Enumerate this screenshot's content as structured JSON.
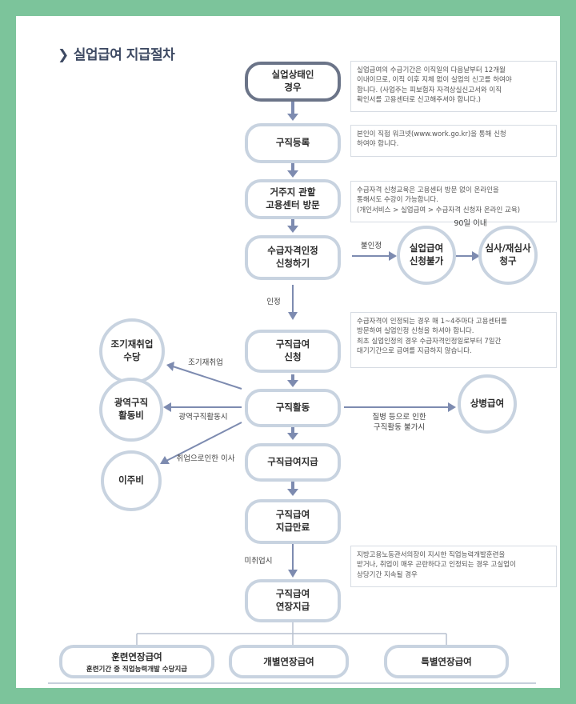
{
  "title": "실업급여 지급절차",
  "nodes": {
    "unemployed": "실업상태인\n경우",
    "register": "구직등록",
    "visit": "거주지 관할\n고용센터 방문",
    "apply": "수급자격인정\n신청하기",
    "claim": "구직급여\n신청",
    "activity": "구직활동",
    "payment": "구직급여지급",
    "end": "구직급여\n지급만료",
    "extension": "구직급여\n연장지급"
  },
  "circles": {
    "ineligible": "실업급여\n신청불가",
    "review": "심사/재심사\n청구",
    "early": "조기재취업\n수당",
    "regional": "광역구직\n활동비",
    "moving": "이주비",
    "sick": "상병급여"
  },
  "notes": {
    "n1": "실업급여의 수급기간은 이직일의 다음날부터 12개월\n이내이므로, 이직 이후 지체 없이 실업의 신고를 하여야\n합니다. (사업주는 피보험자 자격상실신고서와 이직\n확인서를 고용센터로 신고해주셔야 합니다.)",
    "n2": "본인이 직접 워크넷(www.work.go.kr)을 통해 신청\n하여야 합니다.",
    "n3": "수급자격 신청교육은 고용센터 방문 없이 온라인을\n통해서도 수강이 가능합니다.\n(개인서비스 > 실업급여 > 수급자격 신청자 온라인 교육)",
    "n4": "수급자격이 인정되는 경우 매 1~4주마다 고용센터를\n방문하여 실업인정 신청을 하셔야 합니다.\n최초 실업인정의 경우 수급자격인정일로부터 7일간\n대기기간으로 급여를 지급하지 않습니다.",
    "n5": "지방고용노동관서의장이 지시한 직업능력개발훈련을\n받거나, 취업이 매우 곤란하다고 인정되는 경우 고실업이\n상당기간 지속될 경우"
  },
  "labels": {
    "rejected": "불인정",
    "within90": "90일 이내",
    "approved": "인정",
    "early_reemploy": "조기재취업",
    "regional_activity": "광역구직활동시",
    "moving_due": "취업으로인한 이사",
    "sick_reason": "질병 등으로 인한\n구직활동 불가시",
    "not_employed": "미취업시"
  },
  "extensions": [
    {
      "label": "훈련연장급여",
      "sub": "훈련기간 중 직업능력개발 수당지급"
    },
    {
      "label": "개별연장급여",
      "sub": ""
    },
    {
      "label": "특별연장급여",
      "sub": ""
    }
  ],
  "colors": {
    "background": "#7cc49b",
    "node_border": "#c8d3e0",
    "start_border": "#6b7488",
    "arrow": "#7d8bb0",
    "line": "#b7c1cf"
  }
}
